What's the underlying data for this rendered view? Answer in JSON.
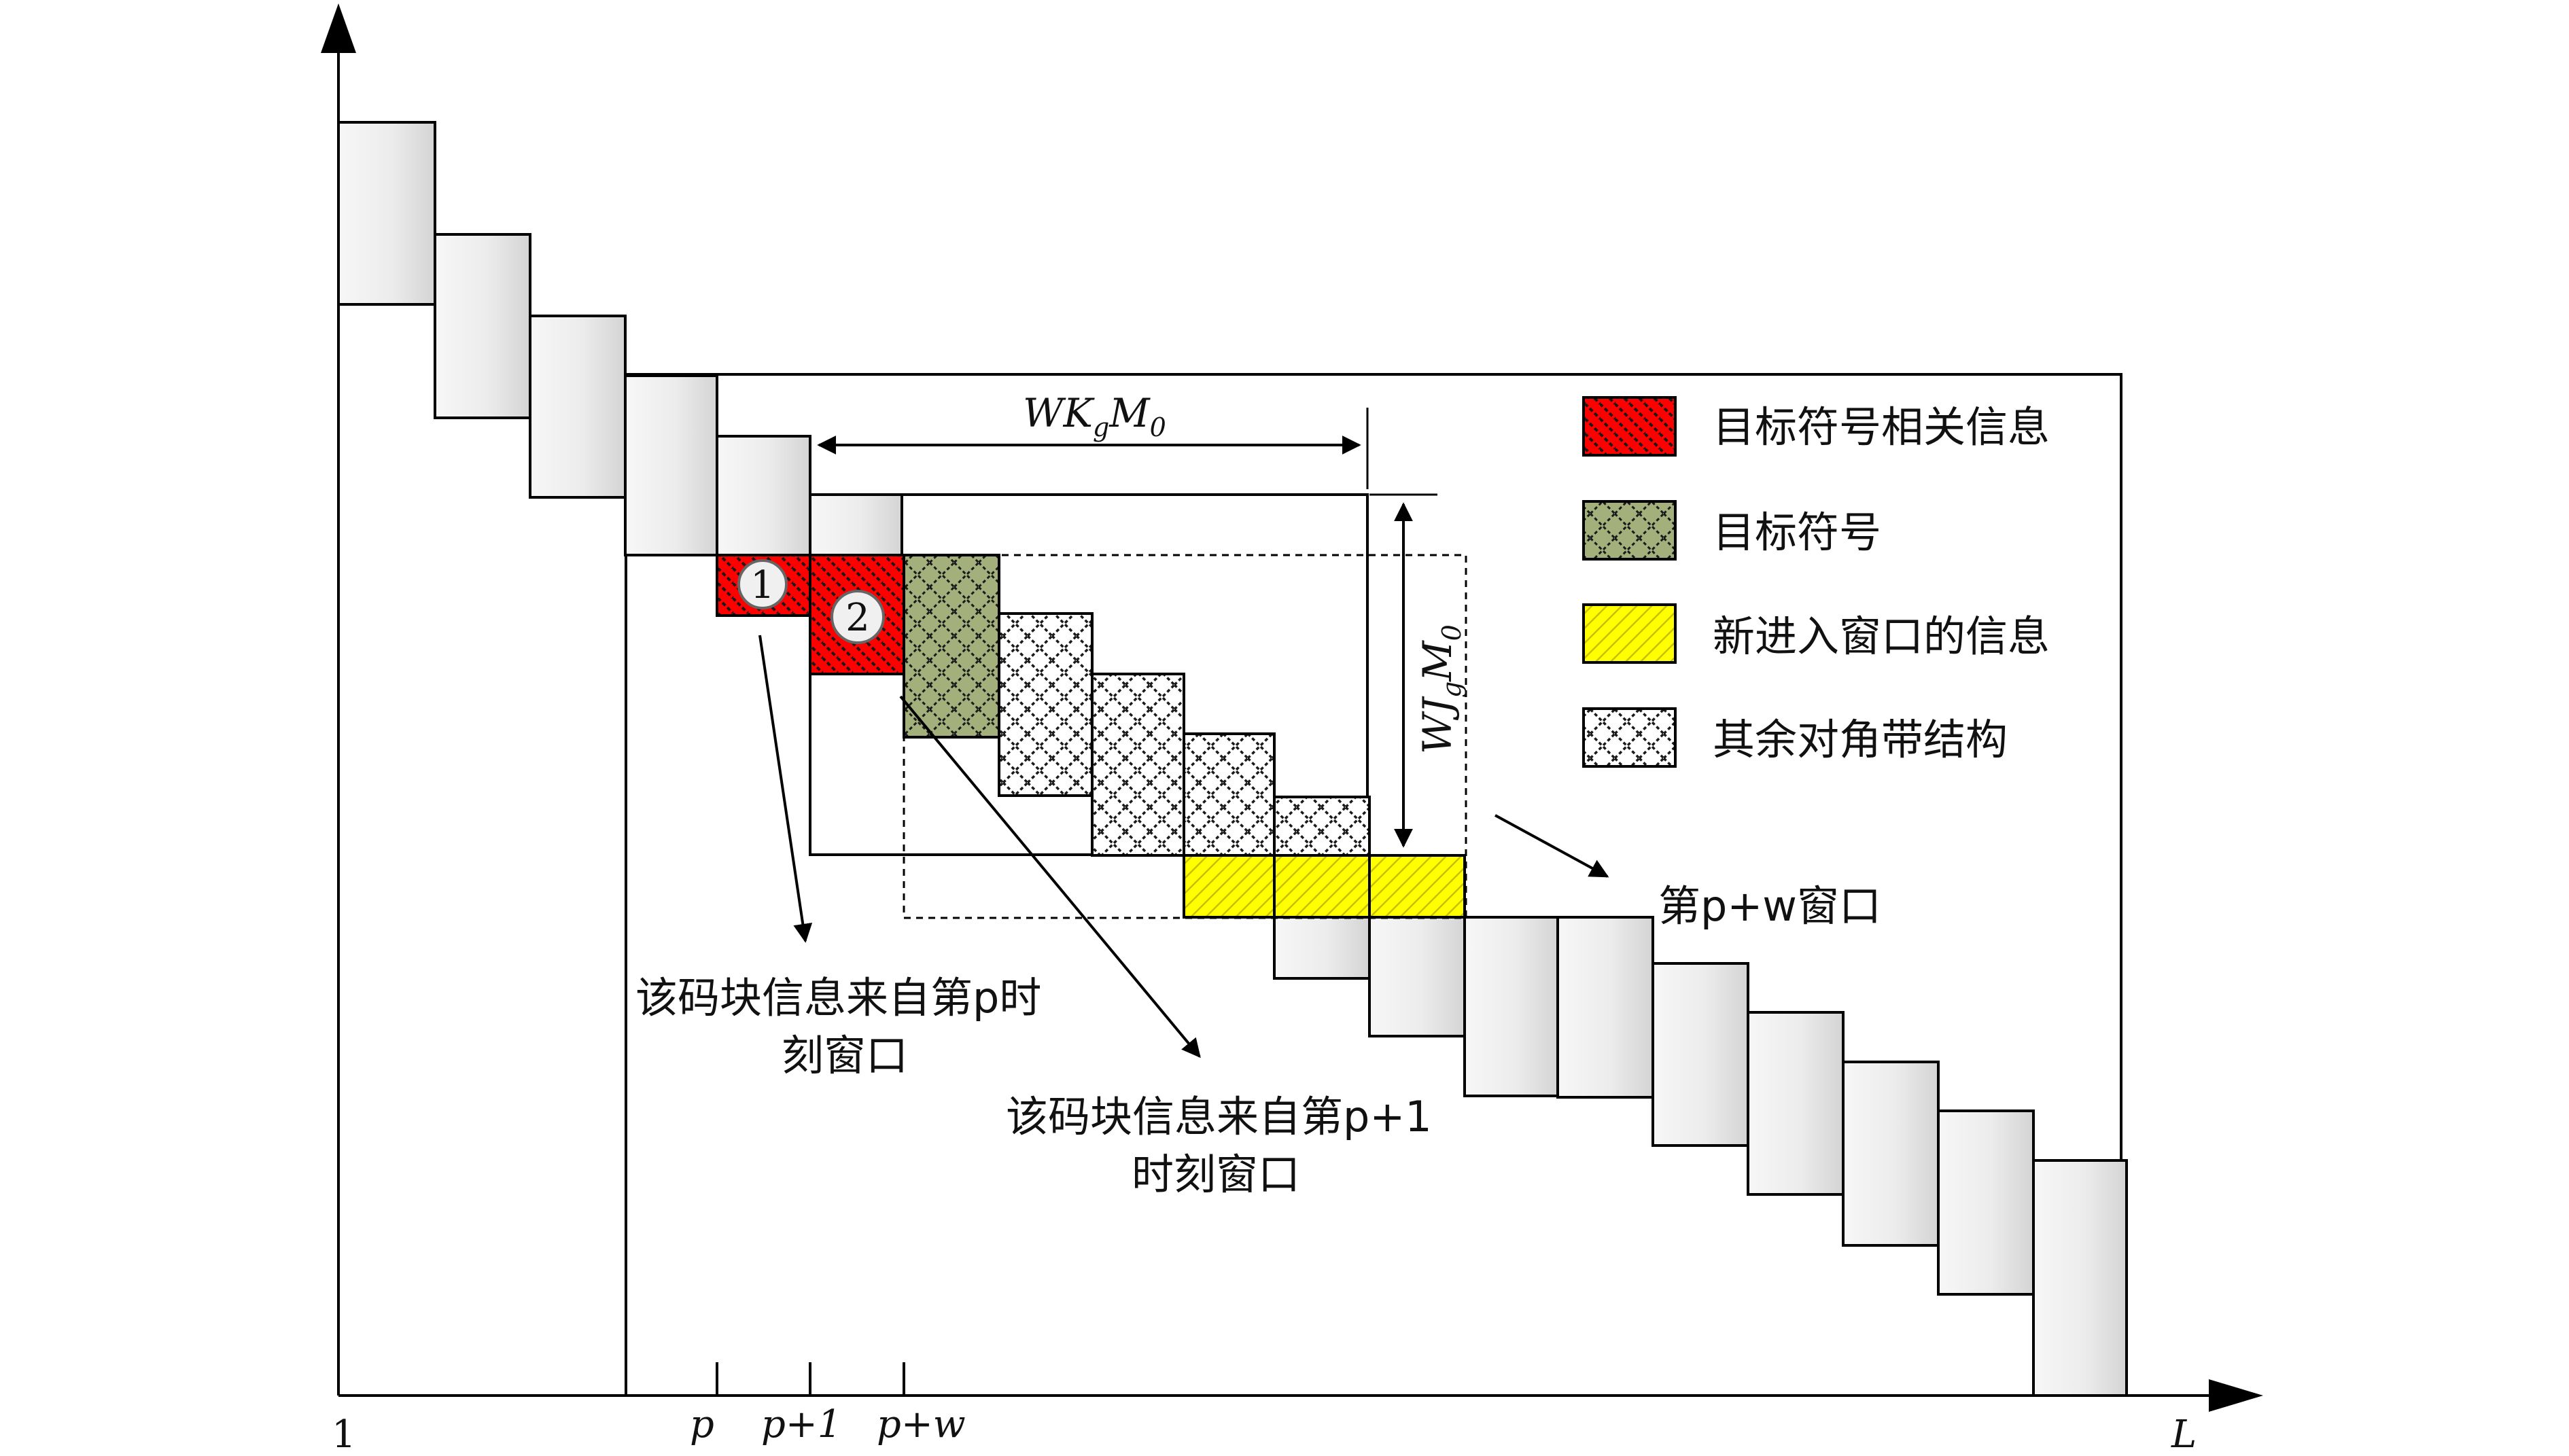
{
  "axes": {
    "origin_label": "1",
    "x_end_label": "L",
    "ticks": [
      "p",
      "p+1",
      "p+w"
    ]
  },
  "dimensions": {
    "width_label": "WK_gM_0",
    "height_label": "WJ_gM_0"
  },
  "markers": [
    "1",
    "2"
  ],
  "legend": [
    {
      "label": "目标符号相关信息",
      "pattern": "red-hatch",
      "color": "#ff0000"
    },
    {
      "label": "目标符号",
      "pattern": "olive-cross",
      "color": "#a4b07c"
    },
    {
      "label": "新进入窗口的信息",
      "pattern": "yellow-hatch",
      "color": "#ffff00"
    },
    {
      "label": "其余对角带结构",
      "pattern": "checker",
      "color": "#ffffff"
    }
  ],
  "annotations": {
    "window_label": "第p+w窗口",
    "note1_line1": "该码块信息来自第p时",
    "note1_line2": "刻窗口",
    "note2_line1": "该码块信息来自第p+1",
    "note2_line2": "时刻窗口"
  }
}
